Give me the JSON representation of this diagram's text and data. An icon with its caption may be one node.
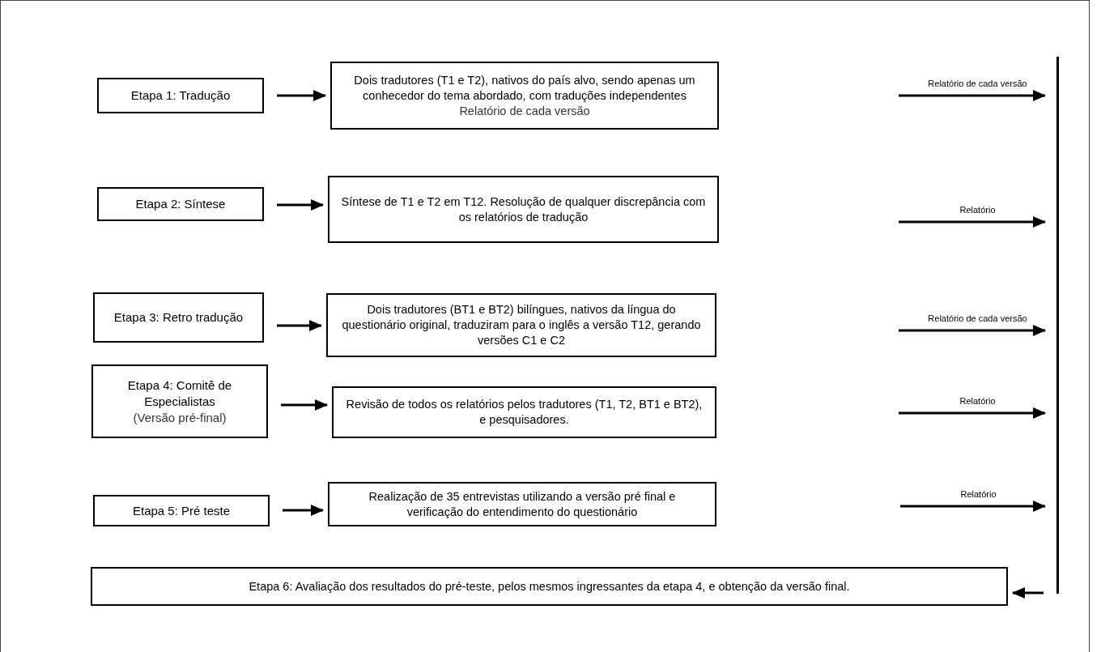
{
  "diagram": {
    "nodes": [
      {
        "text": [
          "Etapa 1: Tradução"
        ]
      },
      {
        "text": [
          "Dois tradutores (T1 e T2), nativos do país alvo, sendo apenas um conhecedor do tema abordado, com traduções independentes",
          "Relatório de cada versão"
        ]
      },
      {
        "text": [
          "Etapa 2: Síntese"
        ]
      },
      {
        "text": [
          "Síntese de T1 e T2 em T12. Resolução de qualquer discrepância com os relatórios de tradução"
        ]
      },
      {
        "text": [
          "Etapa 3: Retro tradução"
        ]
      },
      {
        "text": [
          "Dois tradutores (BT1 e BT2) bilíngues, nativos da língua do questionário original, traduziram para o inglês a versão T12, gerando versões C1 e C2"
        ]
      },
      {
        "text": [
          "Etapa 4: Comitê de Especialistas",
          "(Versão pré-final)"
        ]
      },
      {
        "text": [
          "Revisão de todos os relatórios pelos tradutores (T1, T2, BT1 e BT2), e pesquisadores."
        ]
      },
      {
        "text": [
          "Etapa 5: Pré teste"
        ]
      },
      {
        "text": [
          "Realização de 35 entrevistas utilizando a versão pré final e verificação do entendimento do questionário"
        ]
      },
      {
        "text": [
          "Etapa 6: Avaliação dos resultados do pré-teste, pelos mesmos ingressantes da etapa 4, e obtenção da versão final."
        ]
      },
      {
        "text": [],
        "shape": "bar"
      }
    ],
    "edges": [
      {
        "from": 0,
        "to": 1,
        "arrow": "to"
      },
      {
        "from": null,
        "to": 11,
        "arrow": "to",
        "label": "Relatório de cada versão"
      },
      {
        "from": 2,
        "to": 3,
        "arrow": "to"
      },
      {
        "from": null,
        "to": 11,
        "arrow": "to",
        "label": "Relatório"
      },
      {
        "from": 4,
        "to": 5,
        "arrow": "to"
      },
      {
        "from": null,
        "to": 11,
        "arrow": "to",
        "label": "Relatório de cada versão"
      },
      {
        "from": 6,
        "to": 7,
        "arrow": "to"
      },
      {
        "from": null,
        "to": 11,
        "arrow": "to",
        "label": "Relatório"
      },
      {
        "from": 8,
        "to": 9,
        "arrow": "to"
      },
      {
        "from": null,
        "to": 11,
        "arrow": "to",
        "label": "Relatório"
      },
      {
        "from": 11,
        "to": 10,
        "arrow": "to"
      }
    ]
  }
}
